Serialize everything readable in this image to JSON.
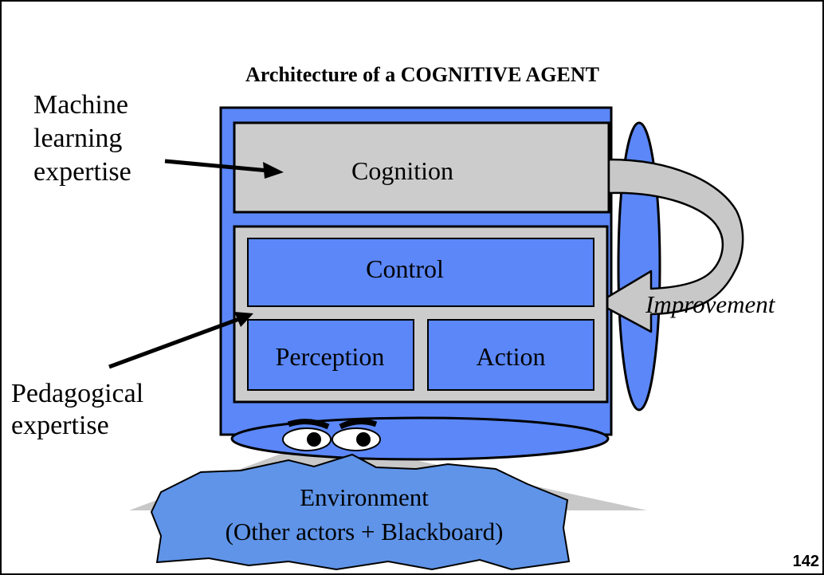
{
  "title": "Architecture of a COGNITIVE AGENT",
  "labels": {
    "machine_learning": [
      "Machine",
      "learning",
      "expertise"
    ],
    "pedagogical": [
      "Pedagogical",
      "expertise"
    ],
    "improvement": "Improvement"
  },
  "boxes": {
    "cognition": "Cognition",
    "control": "Control",
    "perception": "Perception",
    "action": "Action"
  },
  "environment": [
    "Environment",
    "(Other actors + Blackboard)"
  ],
  "page_number": "142",
  "colors": {
    "agent_blue": "#5b87f8",
    "box_gray": "#cccccc",
    "cloud_blue": "#5f94e8",
    "beam_gray": "#c8c8c8",
    "outline": "#000000"
  }
}
